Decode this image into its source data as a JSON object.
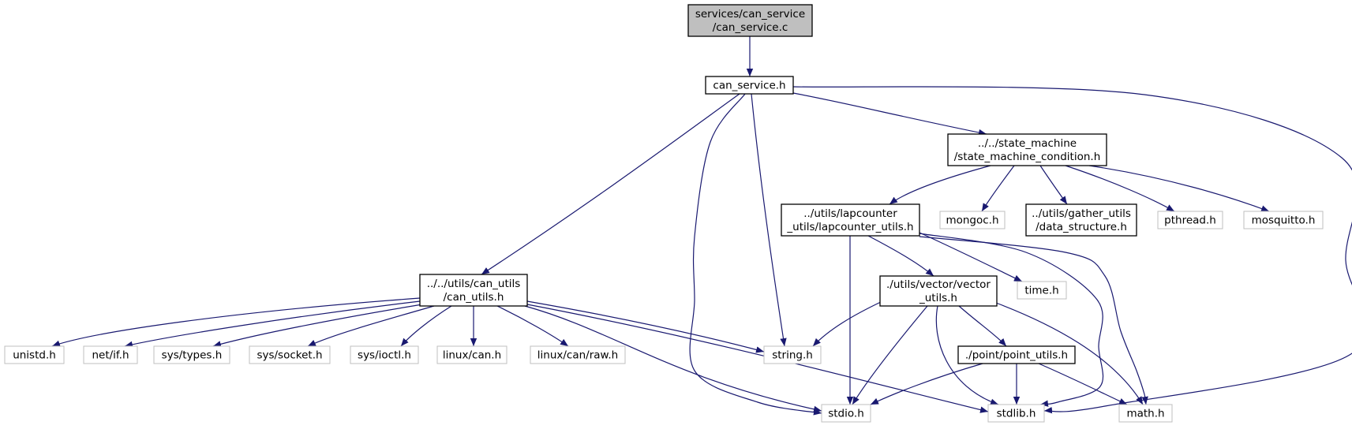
{
  "graph": {
    "nodes": [
      {
        "id": "root",
        "lines": [
          "services/can_service",
          "/can_service.c"
        ],
        "kind": "root"
      },
      {
        "id": "can_service_h",
        "lines": [
          "can_service.h"
        ],
        "kind": "documented"
      },
      {
        "id": "can_utils_h",
        "lines": [
          "../../utils/can_utils",
          "/can_utils.h"
        ],
        "kind": "documented"
      },
      {
        "id": "state_machine_condition_h",
        "lines": [
          "../../state_machine",
          "/state_machine_condition.h"
        ],
        "kind": "documented"
      },
      {
        "id": "lapcounter_utils_h",
        "lines": [
          "../utils/lapcounter",
          "_utils/lapcounter_utils.h"
        ],
        "kind": "documented"
      },
      {
        "id": "mongoc_h",
        "lines": [
          "mongoc.h"
        ],
        "kind": "external"
      },
      {
        "id": "data_structure_h",
        "lines": [
          "../utils/gather_utils",
          "/data_structure.h"
        ],
        "kind": "documented"
      },
      {
        "id": "pthread_h",
        "lines": [
          "pthread.h"
        ],
        "kind": "external"
      },
      {
        "id": "mosquitto_h",
        "lines": [
          "mosquitto.h"
        ],
        "kind": "external"
      },
      {
        "id": "vector_utils_h",
        "lines": [
          "./utils/vector/vector",
          "_utils.h"
        ],
        "kind": "documented"
      },
      {
        "id": "time_h",
        "lines": [
          "time.h"
        ],
        "kind": "external"
      },
      {
        "id": "point_utils_h",
        "lines": [
          "./point/point_utils.h"
        ],
        "kind": "documented"
      },
      {
        "id": "unistd_h",
        "lines": [
          "unistd.h"
        ],
        "kind": "external"
      },
      {
        "id": "net_if_h",
        "lines": [
          "net/if.h"
        ],
        "kind": "external"
      },
      {
        "id": "sys_types_h",
        "lines": [
          "sys/types.h"
        ],
        "kind": "external"
      },
      {
        "id": "sys_socket_h",
        "lines": [
          "sys/socket.h"
        ],
        "kind": "external"
      },
      {
        "id": "sys_ioctl_h",
        "lines": [
          "sys/ioctl.h"
        ],
        "kind": "external"
      },
      {
        "id": "linux_can_h",
        "lines": [
          "linux/can.h"
        ],
        "kind": "external"
      },
      {
        "id": "linux_can_raw_h",
        "lines": [
          "linux/can/raw.h"
        ],
        "kind": "external"
      },
      {
        "id": "string_h",
        "lines": [
          "string.h"
        ],
        "kind": "external"
      },
      {
        "id": "stdio_h",
        "lines": [
          "stdio.h"
        ],
        "kind": "external"
      },
      {
        "id": "stdlib_h",
        "lines": [
          "stdlib.h"
        ],
        "kind": "external"
      },
      {
        "id": "math_h",
        "lines": [
          "math.h"
        ],
        "kind": "external"
      }
    ],
    "edges": [
      {
        "from": "root",
        "to": "can_service_h"
      },
      {
        "from": "can_service_h",
        "to": "can_utils_h"
      },
      {
        "from": "can_service_h",
        "to": "stdio_h"
      },
      {
        "from": "can_service_h",
        "to": "string_h"
      },
      {
        "from": "can_service_h",
        "to": "state_machine_condition_h"
      },
      {
        "from": "can_service_h",
        "to": "stdlib_h"
      },
      {
        "from": "state_machine_condition_h",
        "to": "lapcounter_utils_h"
      },
      {
        "from": "state_machine_condition_h",
        "to": "mongoc_h"
      },
      {
        "from": "state_machine_condition_h",
        "to": "data_structure_h"
      },
      {
        "from": "state_machine_condition_h",
        "to": "pthread_h"
      },
      {
        "from": "state_machine_condition_h",
        "to": "mosquitto_h"
      },
      {
        "from": "lapcounter_utils_h",
        "to": "stdio_h"
      },
      {
        "from": "lapcounter_utils_h",
        "to": "vector_utils_h"
      },
      {
        "from": "lapcounter_utils_h",
        "to": "time_h"
      },
      {
        "from": "lapcounter_utils_h",
        "to": "stdlib_h"
      },
      {
        "from": "lapcounter_utils_h",
        "to": "math_h"
      },
      {
        "from": "vector_utils_h",
        "to": "string_h"
      },
      {
        "from": "vector_utils_h",
        "to": "stdio_h"
      },
      {
        "from": "vector_utils_h",
        "to": "stdlib_h"
      },
      {
        "from": "vector_utils_h",
        "to": "point_utils_h"
      },
      {
        "from": "vector_utils_h",
        "to": "math_h"
      },
      {
        "from": "point_utils_h",
        "to": "stdio_h"
      },
      {
        "from": "point_utils_h",
        "to": "stdlib_h"
      },
      {
        "from": "point_utils_h",
        "to": "math_h"
      },
      {
        "from": "can_utils_h",
        "to": "unistd_h"
      },
      {
        "from": "can_utils_h",
        "to": "net_if_h"
      },
      {
        "from": "can_utils_h",
        "to": "sys_types_h"
      },
      {
        "from": "can_utils_h",
        "to": "sys_socket_h"
      },
      {
        "from": "can_utils_h",
        "to": "sys_ioctl_h"
      },
      {
        "from": "can_utils_h",
        "to": "linux_can_h"
      },
      {
        "from": "can_utils_h",
        "to": "linux_can_raw_h"
      },
      {
        "from": "can_utils_h",
        "to": "string_h"
      },
      {
        "from": "can_utils_h",
        "to": "stdio_h"
      },
      {
        "from": "can_utils_h",
        "to": "stdlib_h"
      }
    ]
  },
  "colors": {
    "edge": "#191970",
    "root_fill": "#bfbfbf",
    "documented_border": "#000000",
    "external_border": "#bfbfbf",
    "text": "#000000"
  }
}
